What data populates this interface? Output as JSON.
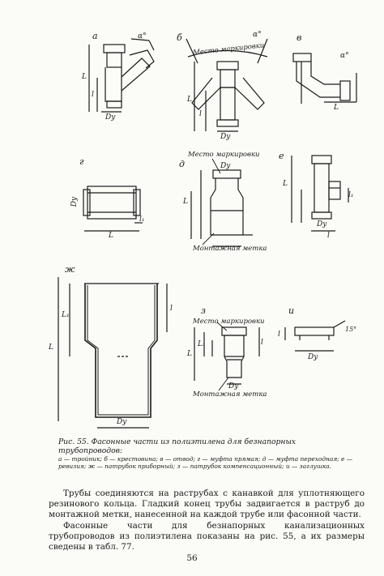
{
  "figure": {
    "panel_labels": [
      "а",
      "б",
      "в",
      "г",
      "д",
      "е",
      "ж",
      "з",
      "и"
    ],
    "callouts": {
      "marking_place": "Место маркировки",
      "install_mark": "Монтажная метка"
    },
    "dimension_labels": {
      "L": "L",
      "L1": "L₁",
      "l": "l",
      "l1": "l₁",
      "Dy": "Dу",
      "alpha": "α°",
      "angle15": "15°"
    }
  },
  "caption": {
    "title": "Рис. 55. Фасонные части из полиэтилена для безнапорных трубопроводов:",
    "legend": "а — тройник; б — крестовина; в — отвод; г — муфта прямая; д — муфта переходная; е — ревизия; ж — патрубок приборный; з — патрубок компенсационный; и — заглушка."
  },
  "body": {
    "paragraph1": "Трубы соединяются на раструбах с канавкой для уплотняющего резинового кольца. Гладкий конец трубы задвигается в раструб до монтажной метки, нанесенной на каждой трубе или фасонной части.",
    "paragraph2": "Фасонные части для безнапорных канализационных трубопроводов из полиэтилена показаны на рис. 55, а их размеры сведены в табл. 77."
  },
  "page_number": "56"
}
